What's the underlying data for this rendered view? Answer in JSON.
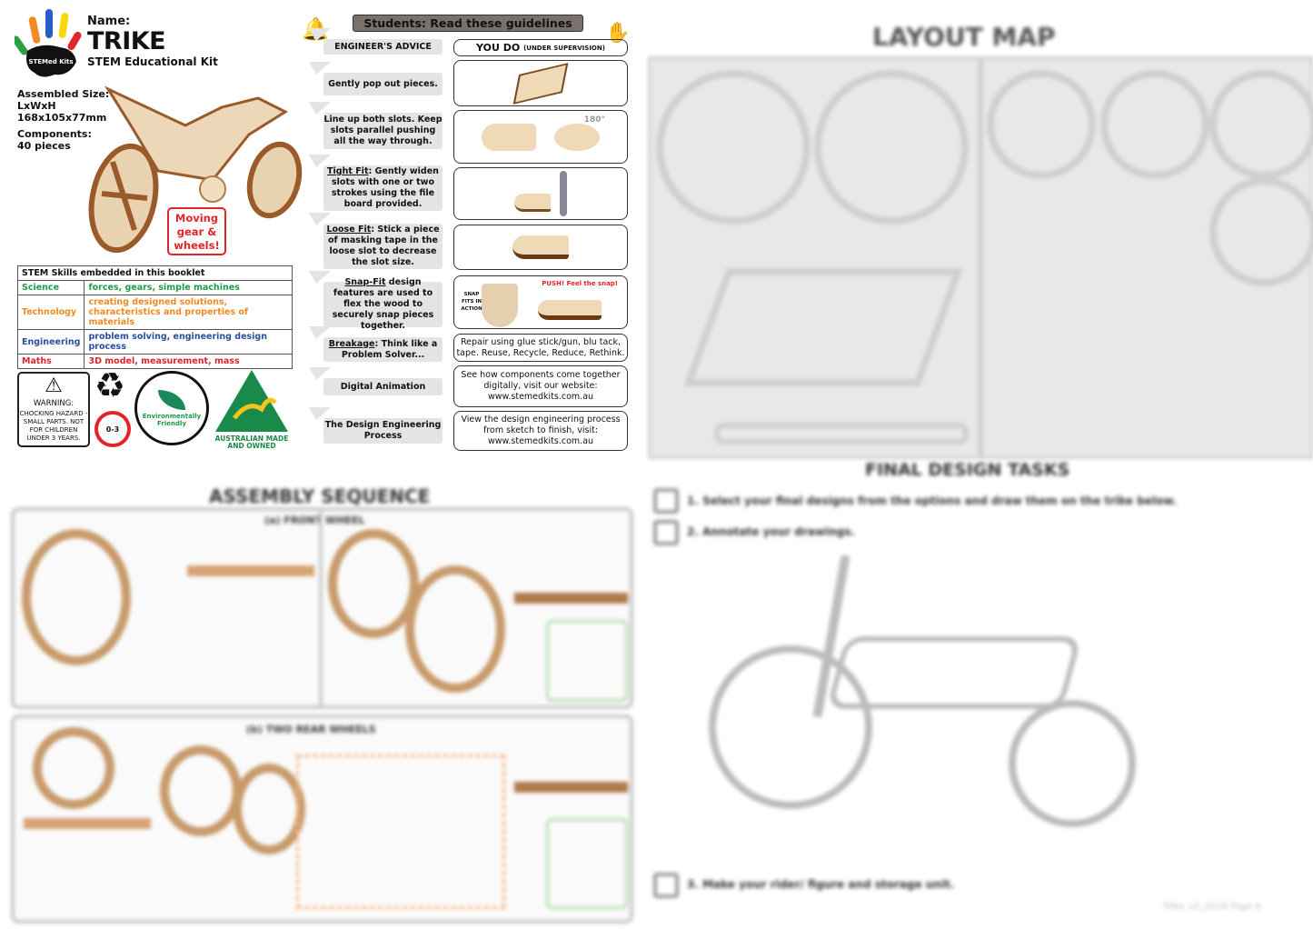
{
  "header": {
    "logo_text": "STEMed Kits",
    "name_label": "Name:",
    "title": "TRIKE",
    "subtitle": "STEM Educational Kit"
  },
  "specs": {
    "size_label": "Assembled Size:",
    "size_dims": "LxWxH",
    "size_value": "168x105x77mm",
    "components_label": "Components:",
    "components_value": "40 pieces"
  },
  "callout": "Moving gear & wheels!",
  "skills": {
    "heading": "STEM Skills embedded in this booklet",
    "rows": [
      {
        "subject": "Science",
        "skills": "forces, gears, simple machines",
        "color": "#1f9a48"
      },
      {
        "subject": "Technology",
        "skills": "creating designed solutions, characteristics and properties of materials",
        "color": "#f08a24"
      },
      {
        "subject": "Engineering",
        "skills": "problem solving, engineering design process",
        "color": "#2a4ea0"
      },
      {
        "subject": "Maths",
        "skills": "3D model, measurement, mass",
        "color": "#e0262b"
      }
    ]
  },
  "badges": {
    "warning_title": "WARNING:",
    "warning_text": "CHOCKING HAZARD - SMALL PARTS. NOT FOR CHILDREN UNDER 3 YEARS.",
    "age": "0-3",
    "eco": "Environmentally Friendly",
    "aus": "AUSTRALIAN MADE AND OWNED"
  },
  "guidelines": {
    "banner": "Students: Read these guidelines",
    "advice_header": "ENGINEER'S ADVICE",
    "you_do": "YOU DO",
    "you_do_note": "(UNDER SUPERVISION)",
    "rows": [
      {
        "term": "",
        "advice": "Gently pop out pieces."
      },
      {
        "term": "",
        "advice": "Line up both slots. Keep slots parallel pushing all the way through.",
        "note": "180°"
      },
      {
        "term": "Tight Fit",
        "advice": ": Gently widen slots with one or two strokes using the file board provided."
      },
      {
        "term": "Loose Fit",
        "advice": ": Stick a piece of masking tape in the loose slot to decrease the slot size."
      },
      {
        "term": "Snap-Fit",
        "advice": " design features are used to flex the wood to securely snap pieces together.",
        "label": "SNAP FITS IN ACTION",
        "push": "PUSH! Feel the snap!"
      },
      {
        "term": "Breakage",
        "advice": ": Think like a Problem Solver...",
        "you_do": "Repair using glue stick/gun, blu tack, tape. Reuse, Recycle, Reduce, Rethink."
      },
      {
        "term": "",
        "advice": "Digital Animation",
        "you_do": "See how components come together digitally, visit our website: www.stemedkits.com.au"
      },
      {
        "term": "",
        "advice": "The Design Engineering Process",
        "you_do": "View the design engineering process from sketch to finish, visit: www.stemedkits.com.au"
      }
    ]
  },
  "layout_map": {
    "title": "LAYOUT MAP"
  },
  "final_tasks": {
    "title": "FINAL DESIGN TASKS",
    "tasks": [
      "1. Select your final designs from the options and draw them on the trike below.",
      "2. Annotate your drawings.",
      "3. Make your rider/ figure and storage unit."
    ]
  },
  "assembly": {
    "title": "ASSEMBLY SEQUENCE",
    "step_a": "(a) FRONT WHEEL",
    "step_b": "(b) TWO REAR WHEELS"
  },
  "footer": "Trike_v2_2019 Page 6"
}
